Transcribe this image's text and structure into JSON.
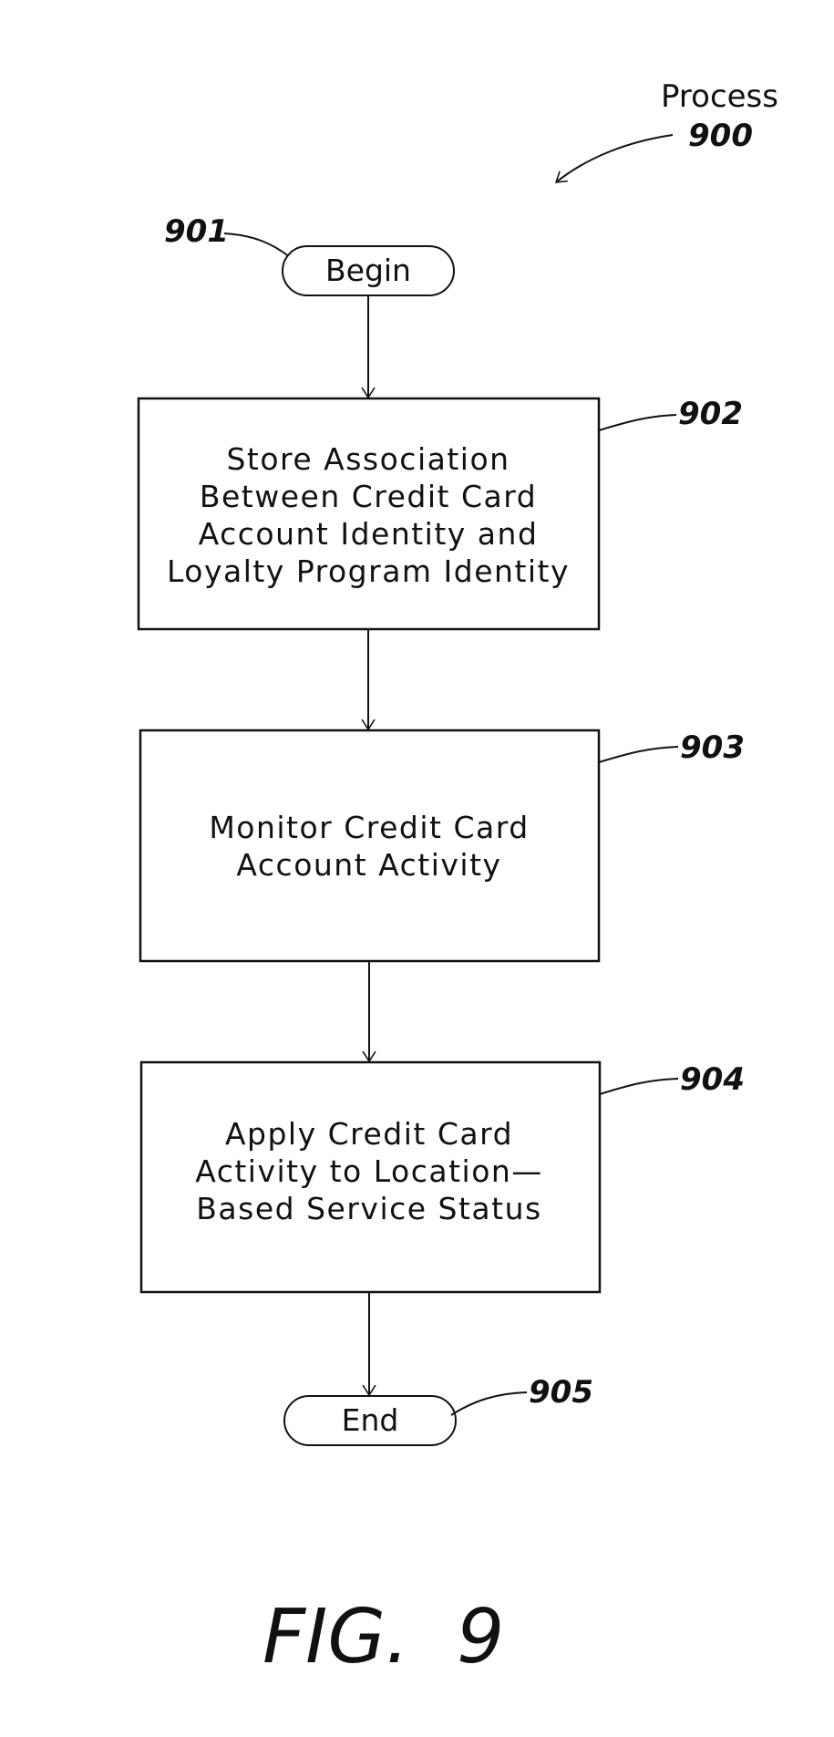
{
  "process": {
    "label": "Process",
    "number": "900"
  },
  "nodes": {
    "begin": {
      "ref": "901",
      "text": "Begin"
    },
    "step902": {
      "ref": "902",
      "lines": [
        "Store Association",
        "Between Credit Card",
        "Account Identity and",
        "Loyalty Program Identity"
      ]
    },
    "step903": {
      "ref": "903",
      "lines": [
        "Monitor Credit Card",
        "Account Activity"
      ]
    },
    "step904": {
      "ref": "904",
      "lines": [
        "Apply Credit Card",
        "Activity to Location—",
        "Based Service Status"
      ]
    },
    "end": {
      "ref": "905",
      "text": "End"
    }
  },
  "figure": {
    "caption": "FIG.  9"
  }
}
